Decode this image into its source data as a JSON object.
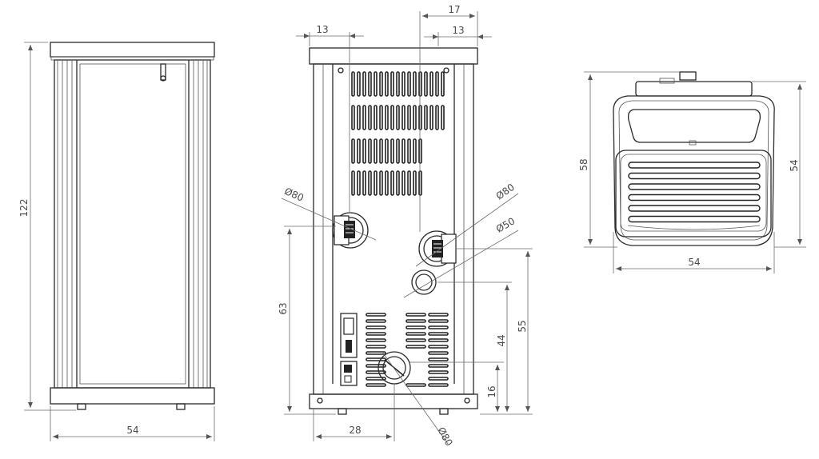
{
  "front_view": {
    "height_label": "122",
    "width_label": "54"
  },
  "back_view": {
    "offset_left_label": "13",
    "offset_right_top_label": "17",
    "offset_right_label": "13",
    "diam_left_label": "Ø80",
    "diam_right_label": "Ø80",
    "diam_small_label": "Ø50",
    "height_63_label": "63",
    "height_55_label": "55",
    "height_44_label": "44",
    "height_16_label": "16",
    "width_28_label": "28",
    "diam_bottom_label": "Ø80"
  },
  "top_view": {
    "depth_label": "58",
    "depth_right_label": "54",
    "width_label": "54"
  }
}
